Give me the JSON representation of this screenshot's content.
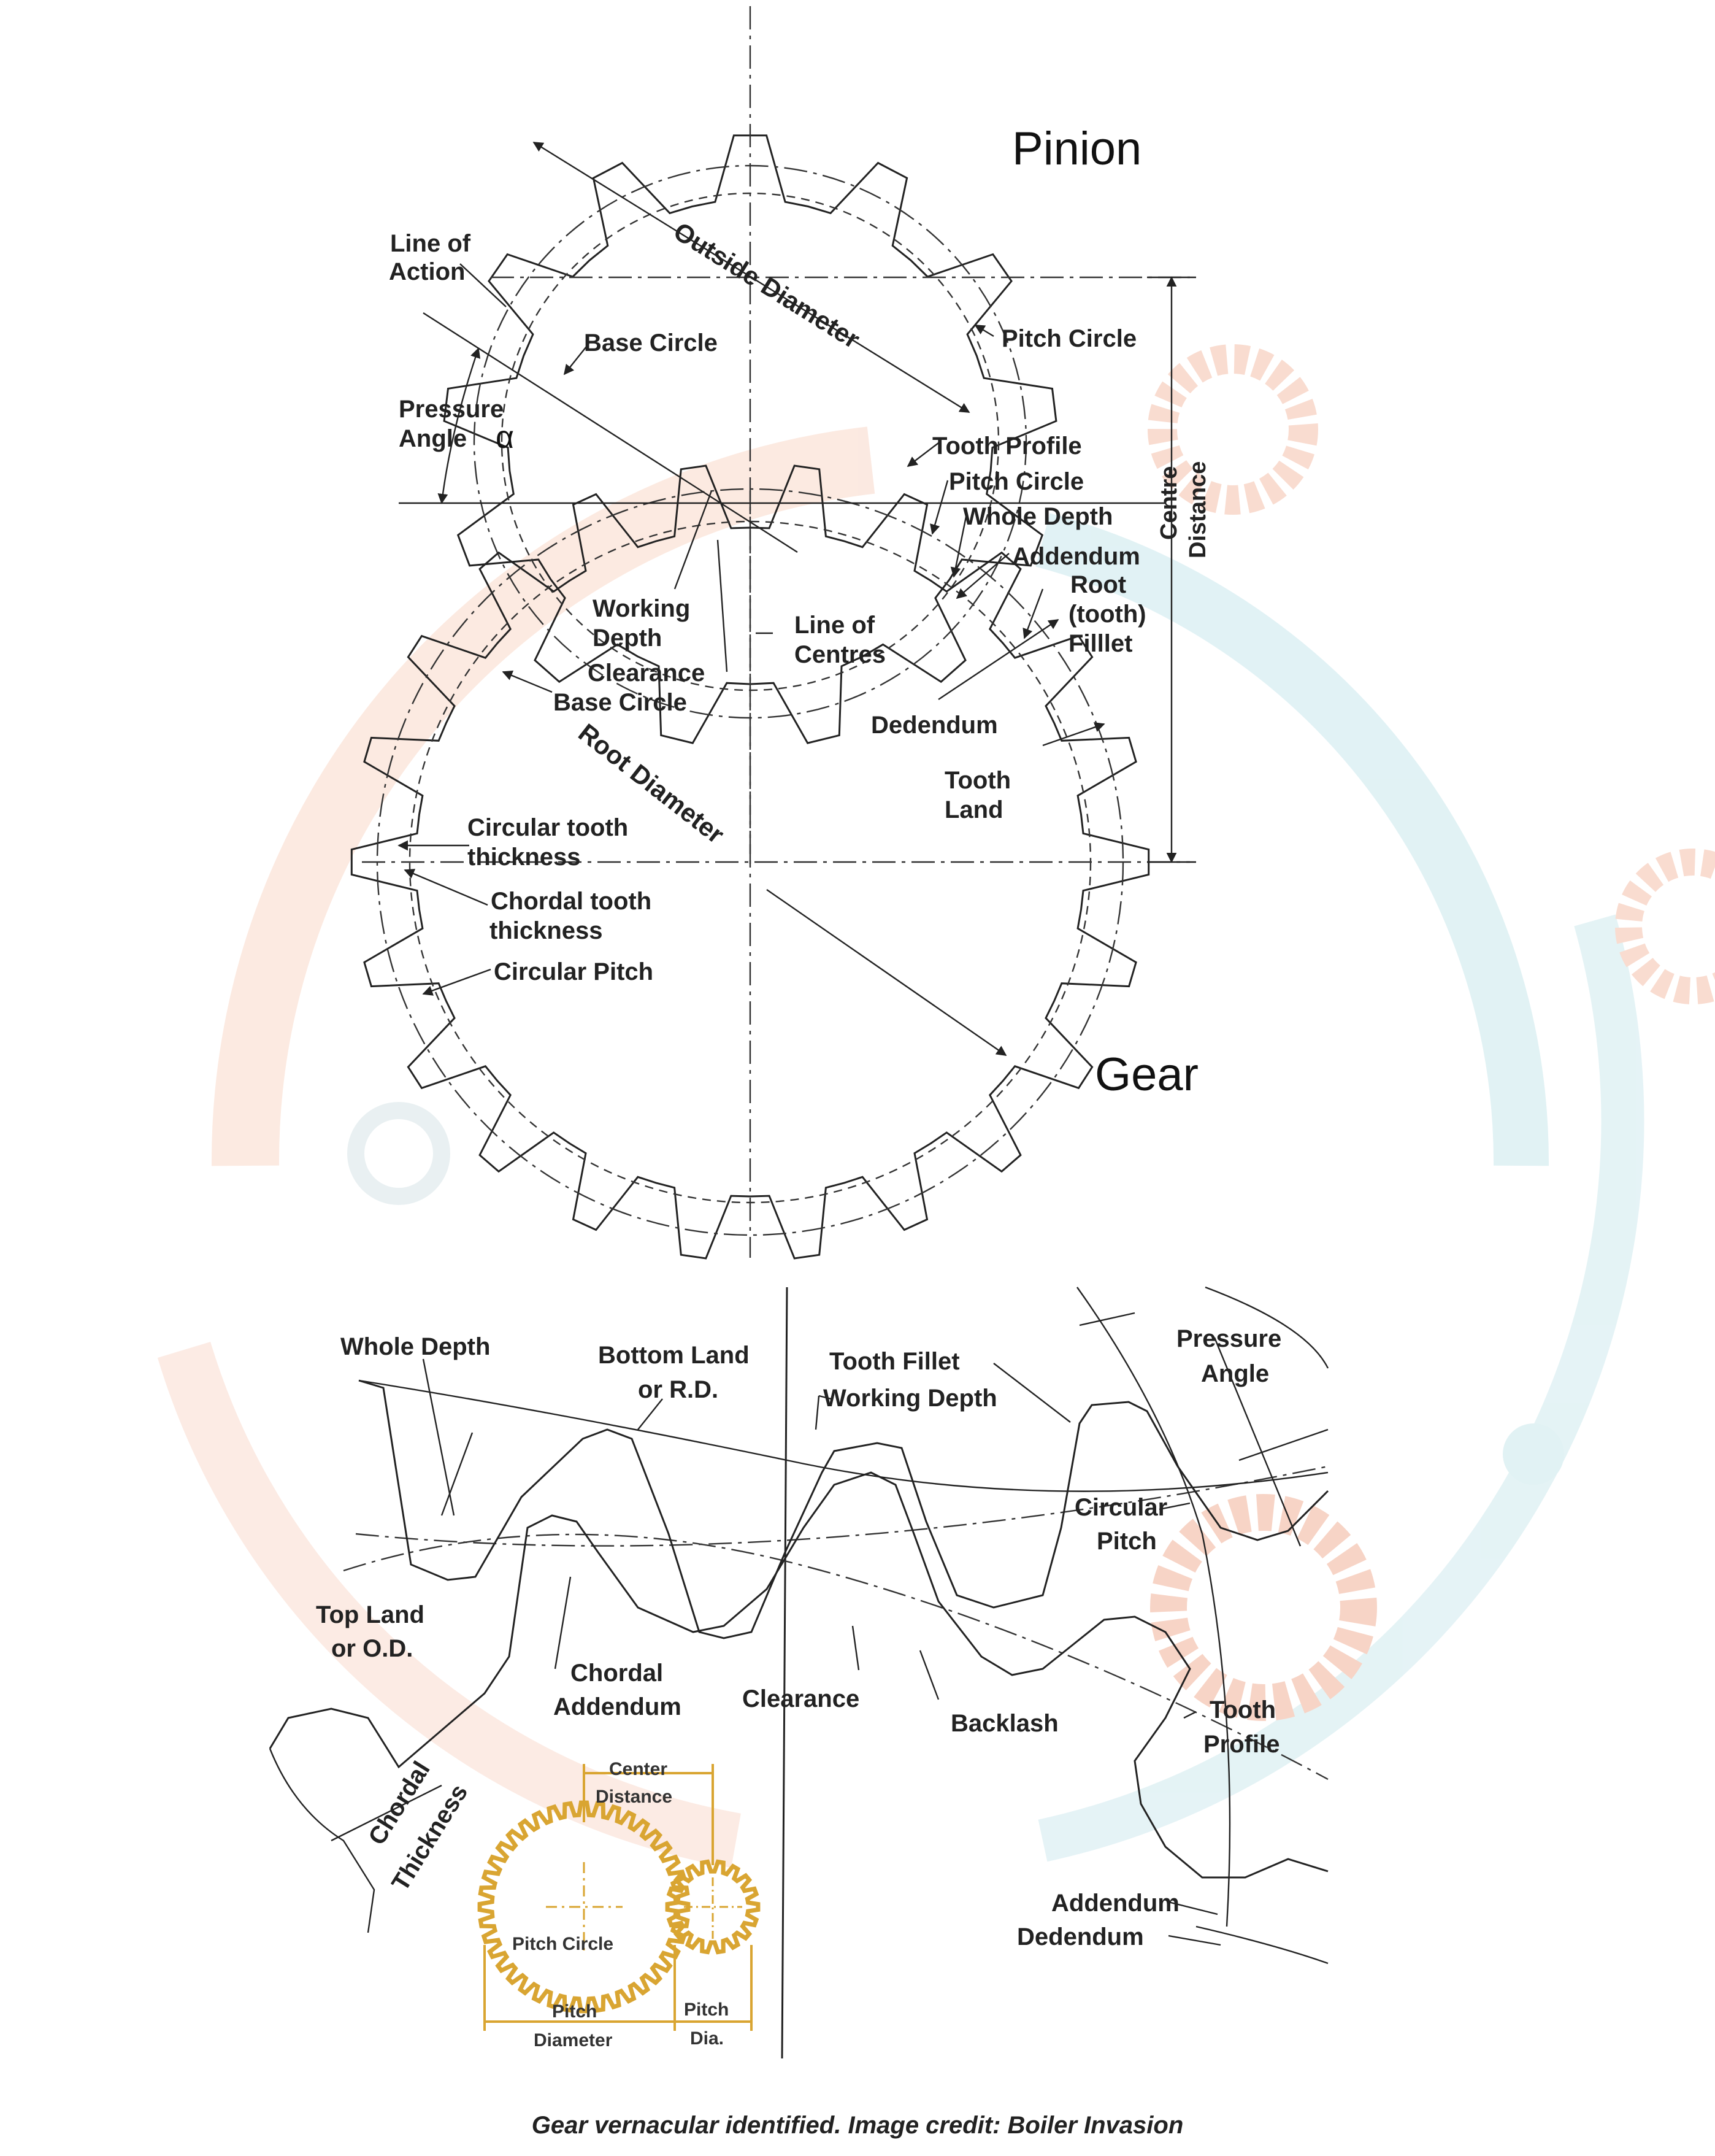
{
  "titles": {
    "pinion": "Pinion",
    "gear": "Gear"
  },
  "top_labels": {
    "line_of_action_1": "Line of",
    "line_of_action_2": "Action",
    "outside_diameter": "Outside Diameter",
    "base_circle_pinion": "Base Circle",
    "pitch_circle_pinion": "Pitch Circle",
    "pressure_angle_1": "Pressure",
    "pressure_angle_2": "Angle",
    "alpha": "α",
    "tooth_profile": "Tooth Profile",
    "pitch_circle_gear": "Pitch Circle",
    "whole_depth": "Whole Depth",
    "addendum": "Addendum",
    "root_fillet_1": "Root",
    "root_fillet_2": "(tooth)",
    "root_fillet_3": "Filllet",
    "centre_distance_1": "Centre",
    "centre_distance_2": "Distance",
    "working_depth_1": "Working",
    "working_depth_2": "Depth",
    "clearance": "Clearance",
    "base_circle_gear": "Base Circle",
    "line_of_centres_1": "Line of",
    "line_of_centres_2": "Centres",
    "dedendum": "Dedendum",
    "tooth_land_1": "Tooth",
    "tooth_land_2": "Land",
    "root_diameter": "Root Diameter",
    "circular_tooth_thickness_1": "Circular tooth",
    "circular_tooth_thickness_2": "thickness",
    "chordal_tooth_thickness_1": "Chordal tooth",
    "chordal_tooth_thickness_2": "thickness",
    "circular_pitch": "Circular Pitch"
  },
  "bottom_labels": {
    "whole_depth": "Whole Depth",
    "bottom_land_1": "Bottom Land",
    "bottom_land_2": "or R.D.",
    "tooth_fillet": "Tooth Fillet",
    "working_depth": "Working Depth",
    "pressure_angle_1": "Pressure",
    "pressure_angle_2": "Angle",
    "circular_pitch_1": "Circular",
    "circular_pitch_2": "Pitch",
    "top_land_1": "Top Land",
    "top_land_2": "or O.D.",
    "chordal_addendum_1": "Chordal",
    "chordal_addendum_2": "Addendum",
    "clearance": "Clearance",
    "backlash": "Backlash",
    "tooth_profile_1": "Tooth",
    "tooth_profile_2": "Profile",
    "chordal_thickness_1": "Chordal",
    "chordal_thickness_2": "Thickness",
    "addendum": "Addendum",
    "dedendum": "Dedendum"
  },
  "inset_labels": {
    "center_distance_1": "Center",
    "center_distance_2": "Distance",
    "pitch_circle": "Pitch Circle",
    "pitch_diameter_1": "Pitch",
    "pitch_diameter_2": "Diameter",
    "pitch_dia_1": "Pitch",
    "pitch_dia_2": "Dia."
  },
  "caption": "Gear vernacular identified. Image credit: Boiler Invasion",
  "colors": {
    "line": "#222222",
    "inset_gold": "#d9a532",
    "watermark_orange": "#fbe3d6",
    "watermark_teal": "#dceff2",
    "watermark_red": "#f6cfc2"
  }
}
